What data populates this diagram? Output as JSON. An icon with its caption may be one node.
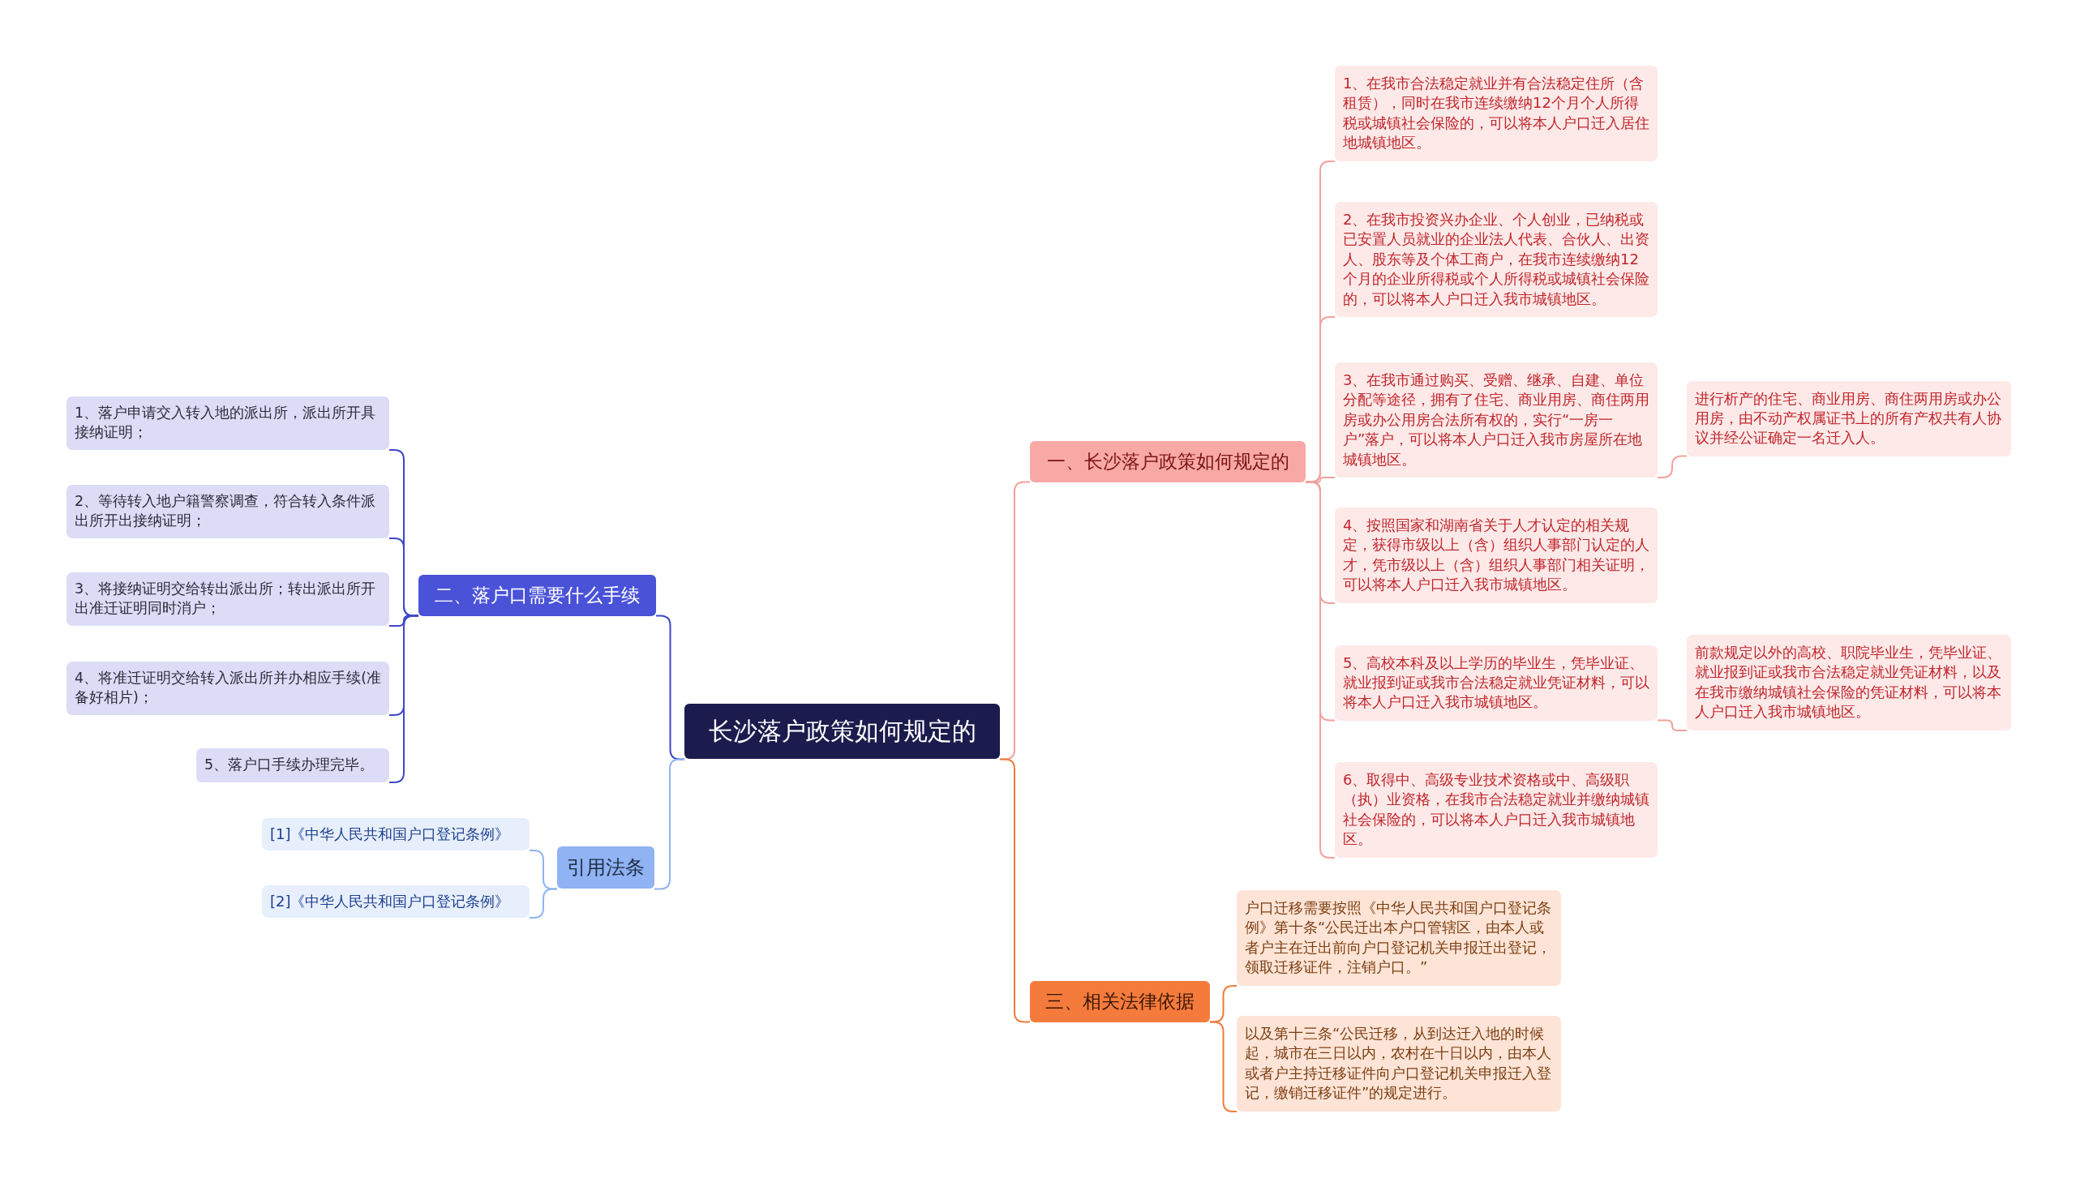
{
  "diagram": {
    "nodes": [
      {
        "text": [
          "长沙落户政策如何规定的"
        ]
      },
      {
        "text": [
          "一、长沙落户政策如何规定的"
        ]
      },
      {
        "text": [
          "1、在我市合法稳定就业并有合法稳定住所（含租赁），同时在我市连续缴纳12个月个人所得税或城镇社会保险的，可以将本人户口迁入居住地城镇地区。"
        ]
      },
      {
        "text": [
          "2、在我市投资兴办企业、个人创业，已纳税或已安置人员就业的企业法人代表、合伙人、出资人、股东等及个体工商户，在我市连续缴纳12个月的企业所得税或个人所得税或城镇社会保险的，可以将本人户口迁入我市城镇地区。"
        ]
      },
      {
        "text": [
          "3、在我市通过购买、受赠、继承、自建、单位分配等途径，拥有了住宅、商业用房、商住两用房或办公用房合法所有权的，实行“一房一户”落户，可以将本人户口迁入我市房屋所在地城镇地区。"
        ]
      },
      {
        "text": [
          "4、按照国家和湖南省关于人才认定的相关规定，获得市级以上（含）组织人事部门认定的人才，凭市级以上（含）组织人事部门相关证明，可以将本人户口迁入我市城镇地区。"
        ]
      },
      {
        "text": [
          "5、高校本科及以上学历的毕业生，凭毕业证、就业报到证或我市合法稳定就业凭证材料，可以将本人户口迁入我市城镇地区。"
        ]
      },
      {
        "text": [
          "6、取得中、高级专业技术资格或中、高级职（执）业资格，在我市合法稳定就业并缴纳城镇社会保险的，可以将本人户口迁入我市城镇地区。"
        ]
      },
      {
        "text": [
          "进行析产的住宅、商业用房、商住两用房或办公用房，由不动产权属证书上的所有产权共有人协议并经公证确定一名迁入人。"
        ]
      },
      {
        "text": [
          "前款规定以外的高校、职院毕业生，凭毕业证、就业报到证或我市合法稳定就业凭证材料，以及在我市缴纳城镇社会保险的凭证材料，可以将本人户口迁入我市城镇地区。"
        ]
      },
      {
        "text": [
          "三、相关法律依据"
        ]
      },
      {
        "text": [
          "户口迁移需要按照《中华人民共和国户口登记条例》第十条“公民迁出本户口管辖区，由本人或者户主在迁出前向户口登记机关申报迁出登记，领取迁移证件，注销户口。”"
        ]
      },
      {
        "text": [
          "以及第十三条“公民迁移，从到达迁入地的时候起，城市在三日以内，农村在十日以内，由本人或者户主持迁移证件向户口登记机关申报迁入登记，缴销迁移证件”的规定进行。"
        ]
      },
      {
        "text": [
          "二、落户口需要什么手续"
        ]
      },
      {
        "text": [
          "1、落户申请交入转入地的派出所，派出所开具接纳证明；"
        ]
      },
      {
        "text": [
          "2、等待转入地户籍警察调查，符合转入条件派出所开出接纳证明；"
        ]
      },
      {
        "text": [
          "3、将接纳证明交给转出派出所；转出派出所开出准迁证明同时消户；"
        ]
      },
      {
        "text": [
          "4、将准迁证明交给转入派出所并办相应手续(准备好相片)；"
        ]
      },
      {
        "text": [
          "5、落户口手续办理完毕。"
        ]
      },
      {
        "text": [
          "引用法条"
        ]
      },
      {
        "text": [
          "[1]《中华人民共和国户口登记条例》"
        ]
      },
      {
        "text": [
          "[2]《中华人民共和国户口登记条例》"
        ]
      }
    ],
    "edges": [
      {
        "from": 0,
        "to": 1,
        "arrow": "none"
      },
      {
        "from": 0,
        "to": 10,
        "arrow": "none",
        "color": "#f07a3a"
      },
      {
        "from": 0,
        "to": 13,
        "arrow": "none",
        "color": "#3f48c8"
      },
      {
        "from": 0,
        "to": 19,
        "arrow": "none",
        "color": "#8fb3f0"
      },
      {
        "from": 1,
        "to": 2,
        "arrow": "none"
      },
      {
        "from": 1,
        "to": 3,
        "arrow": "none"
      },
      {
        "from": 1,
        "to": 4,
        "arrow": "none"
      },
      {
        "from": 1,
        "to": 5,
        "arrow": "none"
      },
      {
        "from": 1,
        "to": 6,
        "arrow": "none"
      },
      {
        "from": 1,
        "to": 7,
        "arrow": "none"
      },
      {
        "from": 4,
        "to": 8,
        "arrow": "none"
      },
      {
        "from": 6,
        "to": 9,
        "arrow": "none"
      },
      {
        "from": 10,
        "to": 11,
        "arrow": "none",
        "color": "#f07a3a"
      },
      {
        "from": 10,
        "to": 12,
        "arrow": "none",
        "color": "#f07a3a"
      },
      {
        "from": 13,
        "to": 14,
        "arrow": "none",
        "color": "#3f48c8"
      },
      {
        "from": 13,
        "to": 15,
        "arrow": "none",
        "color": "#3f48c8"
      },
      {
        "from": 13,
        "to": 16,
        "arrow": "none",
        "color": "#3f48c8"
      },
      {
        "from": 13,
        "to": 17,
        "arrow": "none",
        "color": "#3f48c8"
      },
      {
        "from": 13,
        "to": 18,
        "arrow": "none",
        "color": "#3f48c8"
      },
      {
        "from": 19,
        "to": 20,
        "arrow": "none",
        "color": "#8fb3f0"
      },
      {
        "from": 19,
        "to": 21,
        "arrow": "none",
        "color": "#8fb3f0"
      }
    ]
  }
}
